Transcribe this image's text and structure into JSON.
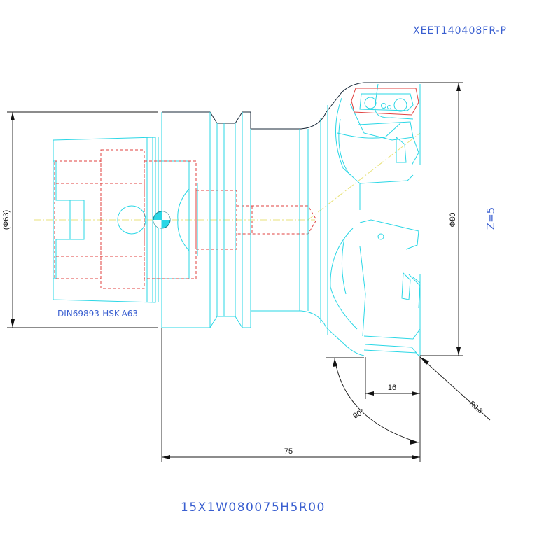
{
  "drawing": {
    "insert_code": "XEET140408FR-P",
    "part_number": "15X1W080075H5R00",
    "teeth": "Z=5",
    "shank_label": "DIN69893-HSK-A63",
    "dim_shank_diameter": "(Φ63)",
    "dim_cutter_diameter": "Φ80",
    "dim_overall_length": "75",
    "dim_insert_width": "16",
    "dim_angle": "90°",
    "dim_corner_radius": "R0.8"
  },
  "colors": {
    "outline": "#2ad7e6",
    "hidden": "#e0413f",
    "centerline": "#e8e27a",
    "text": "#3a5fd0",
    "dimension": "#1a1a1a"
  }
}
